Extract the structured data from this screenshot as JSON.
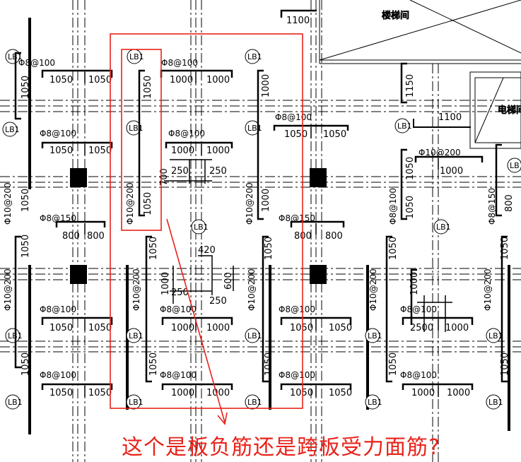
{
  "drawing": {
    "rooms": [
      "楼梯间",
      "电梯间"
    ],
    "question": "这个是板负筋还是跨板受力面筋?",
    "slab_tag": "LB1",
    "rebar_labels": {
      "r1": "Φ8@100",
      "r2": "Φ8@150",
      "r3": "Φ10@200",
      "r4": "Φ8@100"
    },
    "dims": {
      "d1100": "1100",
      "d1050": "1050",
      "d1000": "1000",
      "d800": "800",
      "d1150": "1150",
      "d420": "420",
      "d600": "600",
      "d250": "250",
      "d700": "700",
      "d150": "Φ8@150",
      "d2500": "2500",
      "d1000b": "1000",
      "d250b": "250"
    }
  }
}
